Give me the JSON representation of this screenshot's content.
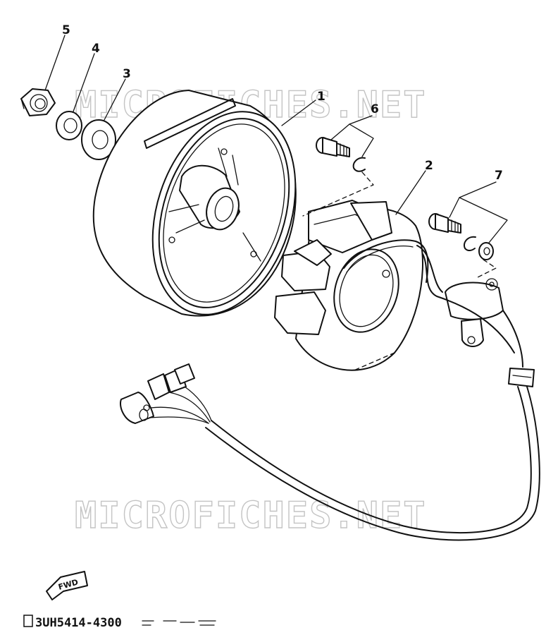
{
  "watermark": {
    "text": "MICROFICHES.NET"
  },
  "callouts": [
    {
      "id": "1",
      "label": "1",
      "part": "rotor"
    },
    {
      "id": "2",
      "label": "2",
      "part": "stator"
    },
    {
      "id": "3",
      "label": "3",
      "part": "washer"
    },
    {
      "id": "4",
      "label": "4",
      "part": "lock-washer"
    },
    {
      "id": "5",
      "label": "5",
      "part": "nut"
    },
    {
      "id": "6",
      "label": "6",
      "part": "screw-and-washer"
    },
    {
      "id": "7",
      "label": "7",
      "part": "screw-and-washer"
    }
  ],
  "direction_badge": {
    "label": "FWD"
  },
  "figure_code": "3UH5414-4300",
  "colors": {
    "line": "#111111",
    "watermark": "#c4c4c4",
    "background": "#ffffff"
  }
}
